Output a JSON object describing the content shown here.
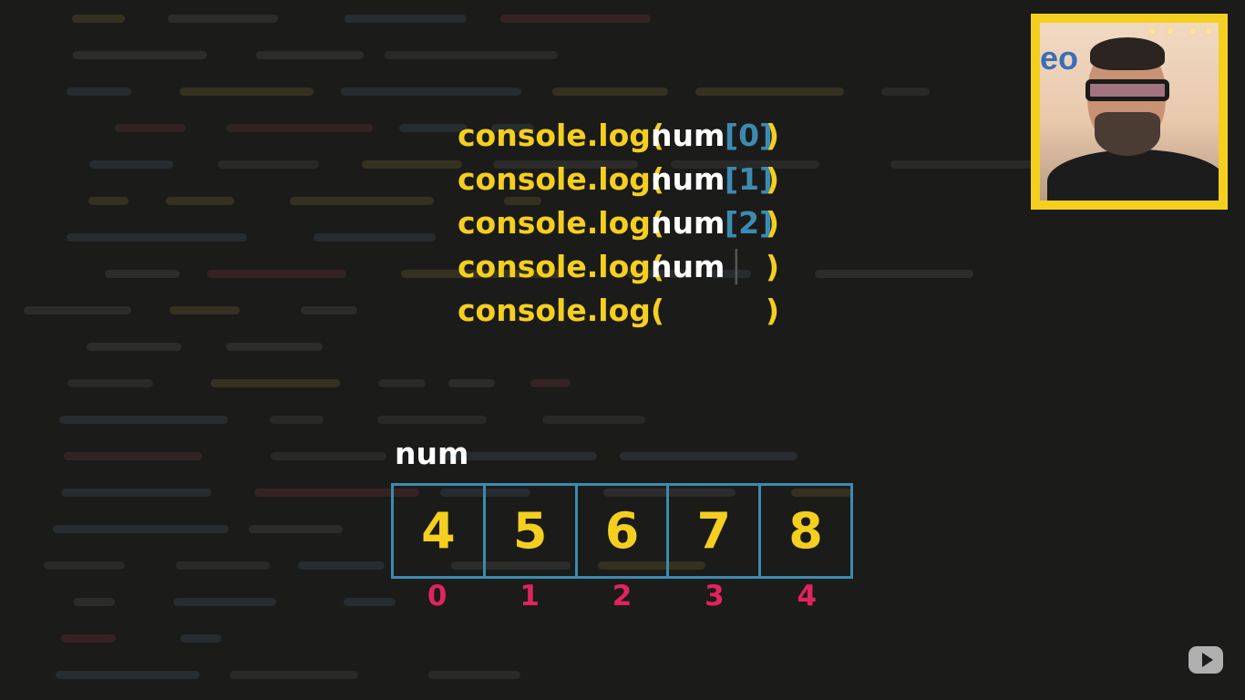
{
  "code_lines": [
    {
      "fn": "console.log(",
      "var": "num",
      "index": "[0]",
      "close": ")"
    },
    {
      "fn": "console.log(",
      "var": "num",
      "index": "[1]",
      "close": ")"
    },
    {
      "fn": "console.log(",
      "var": "num",
      "index": "[2]",
      "close": ")"
    },
    {
      "fn": "console.log(",
      "var": "num",
      "index": "",
      "close": ")"
    },
    {
      "fn": "console.log(",
      "var": "",
      "index": "",
      "close": ")"
    }
  ],
  "array": {
    "label": "num",
    "values": [
      "4",
      "5",
      "6",
      "7",
      "8"
    ],
    "indices": [
      "0",
      "1",
      "2",
      "3",
      "4"
    ]
  },
  "colors": {
    "function": "#f4cf1f",
    "variable": "#ffffff",
    "index_bracket": "#3d8ab0",
    "cell_border": "#3d8ab0",
    "cell_value": "#f4cf1f",
    "index_label": "#e0245e",
    "webcam_frame": "#f4cf1f",
    "background": "#1b1b1a"
  },
  "webcam": {
    "sign_text": "eo"
  },
  "icons": {
    "brand": "youtube-play-icon"
  }
}
